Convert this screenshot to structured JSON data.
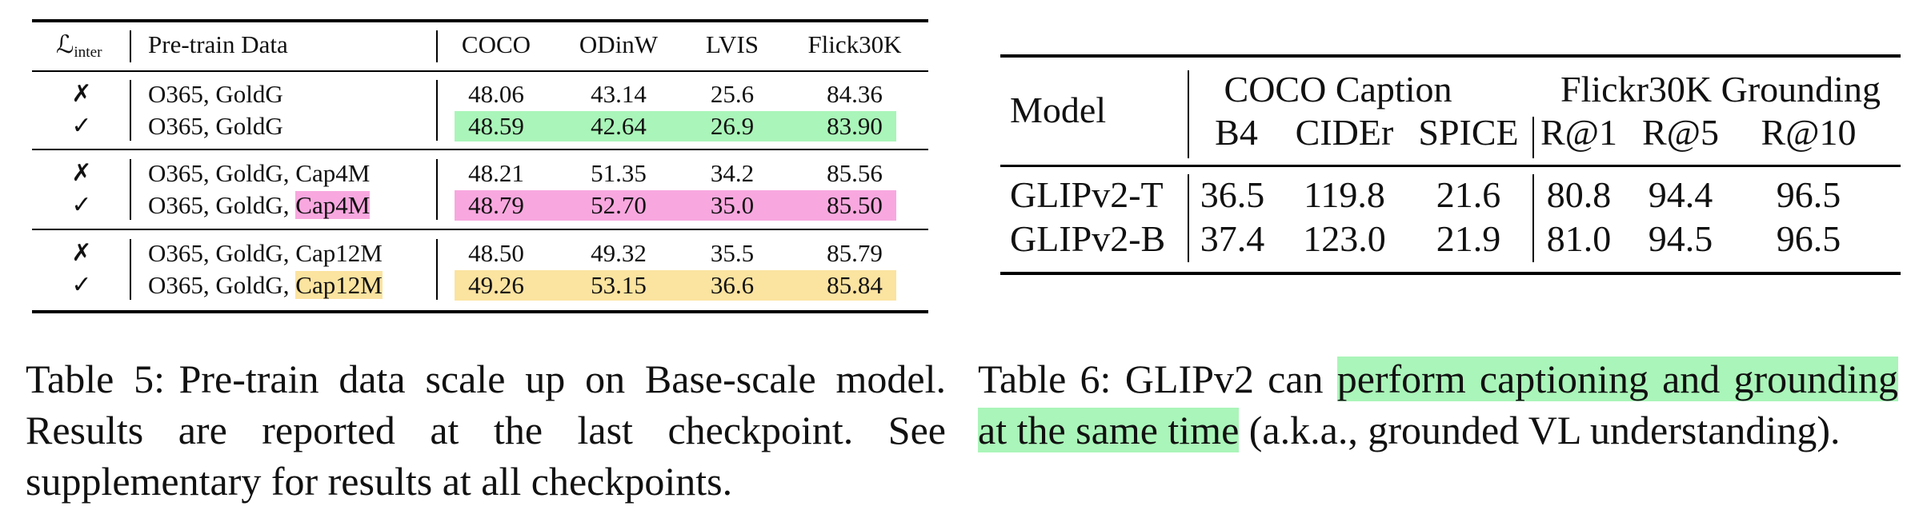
{
  "table5": {
    "headers": {
      "loss_symbol": "ℒ",
      "loss_sub": "inter",
      "pretrain": "Pre-train Data",
      "coco": "COCO",
      "odinw": "ODinW",
      "lvis": "LVIS",
      "flickr": "Flick30K"
    },
    "groups": [
      {
        "rows": [
          {
            "mark": "✗",
            "data": "O365, GoldG",
            "data_hl": "",
            "coco": "48.06",
            "odinw": "43.14",
            "lvis": "25.6",
            "flickr": "84.36",
            "highlight": "none"
          },
          {
            "mark": "✓",
            "data": "O365, GoldG",
            "data_hl": "",
            "coco": "48.59",
            "odinw": "42.64",
            "lvis": "26.9",
            "flickr": "83.90",
            "highlight": "#aaf5b9"
          }
        ]
      },
      {
        "rows": [
          {
            "mark": "✗",
            "data": "O365, GoldG, Cap4M",
            "data_hl": "",
            "coco": "48.21",
            "odinw": "51.35",
            "lvis": "34.2",
            "flickr": "85.56",
            "highlight": "none"
          },
          {
            "mark": "✓",
            "data": "O365, GoldG, ",
            "data_hl": "Cap4M",
            "coco": "48.79",
            "odinw": "52.70",
            "lvis": "35.0",
            "flickr": "85.50",
            "highlight": "#f8a8df"
          }
        ]
      },
      {
        "rows": [
          {
            "mark": "✗",
            "data": "O365, GoldG, Cap12M",
            "data_hl": "",
            "coco": "48.50",
            "odinw": "49.32",
            "lvis": "35.5",
            "flickr": "85.79",
            "highlight": "none"
          },
          {
            "mark": "✓",
            "data": "O365, GoldG, ",
            "data_hl": "Cap12M",
            "coco": "49.26",
            "odinw": "53.15",
            "lvis": "36.6",
            "flickr": "85.84",
            "highlight": "#fbe3a0"
          }
        ]
      }
    ]
  },
  "table6": {
    "headers": {
      "model": "Model",
      "coco_caption": "COCO Caption",
      "flickr_grounding": "Flickr30K Grounding",
      "b4": "B4",
      "cider": "CIDEr",
      "spice": "SPICE",
      "r1": "R@1",
      "r5": "R@5",
      "r10": "R@10"
    },
    "rows": [
      {
        "model": "GLIPv2-T",
        "b4": "36.5",
        "cider": "119.8",
        "spice": "21.6",
        "r1": "80.8",
        "r5": "94.4",
        "r10": "96.5"
      },
      {
        "model": "GLIPv2-B",
        "b4": "37.4",
        "cider": "123.0",
        "spice": "21.9",
        "r1": "81.0",
        "r5": "94.5",
        "r10": "96.5"
      }
    ]
  },
  "captions": {
    "table5_label": "Table 5:",
    "table5_text": "Pre-train data scale up on Base-scale model. Results are reported at the last checkpoint. See supplementary for results at all checkpoints.",
    "table6_label": "Table 6:",
    "table6_text_pre": "GLIPv2 can ",
    "table6_text_hl": "perform captioning and grounding at the same time",
    "table6_text_post": " (a.k.a., grounded VL understanding)."
  },
  "colors": {
    "green_highlight": "#aaf5b9",
    "pink_highlight": "#f8a8df",
    "yellow_highlight": "#fbe3a0"
  }
}
